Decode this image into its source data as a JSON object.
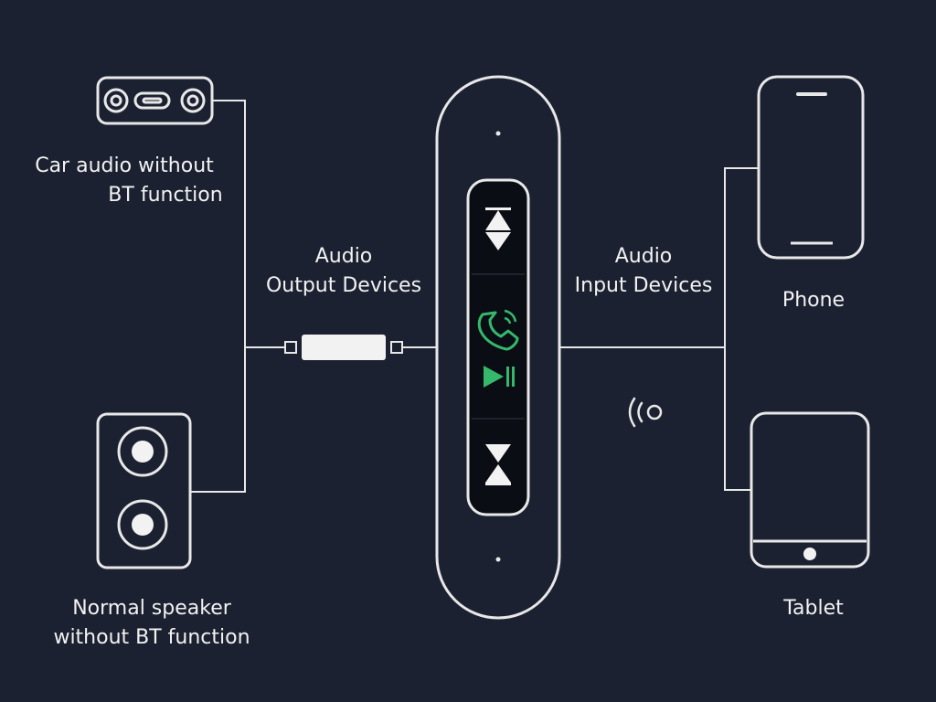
{
  "colors": {
    "background": "#1c2131",
    "stroke": "#e8e8e8",
    "accent_green": "#35b86b",
    "button_panel": "#0a0d14"
  },
  "output_side": {
    "title_lines": [
      "Audio",
      "Output Devices"
    ],
    "devices": [
      {
        "icon": "car-audio-icon",
        "label_lines": [
          "Car audio without",
          "BT function"
        ]
      },
      {
        "icon": "speaker-icon",
        "label_lines": [
          "Normal speaker",
          "without BT function"
        ]
      }
    ]
  },
  "input_side": {
    "title_lines": [
      "Audio",
      "Input Devices"
    ],
    "devices": [
      {
        "icon": "phone-icon",
        "label": "Phone"
      },
      {
        "icon": "tablet-icon",
        "label": "Tablet"
      }
    ]
  },
  "receiver": {
    "buttons": [
      {
        "icon": "previous-track-icon"
      },
      {
        "icon": "call-answer-icon"
      },
      {
        "icon": "play-pause-icon"
      },
      {
        "icon": "next-track-icon"
      }
    ]
  },
  "connection": {
    "cable_icon": "aux-cable-icon",
    "wireless_icon": "bluetooth-signal-icon"
  }
}
